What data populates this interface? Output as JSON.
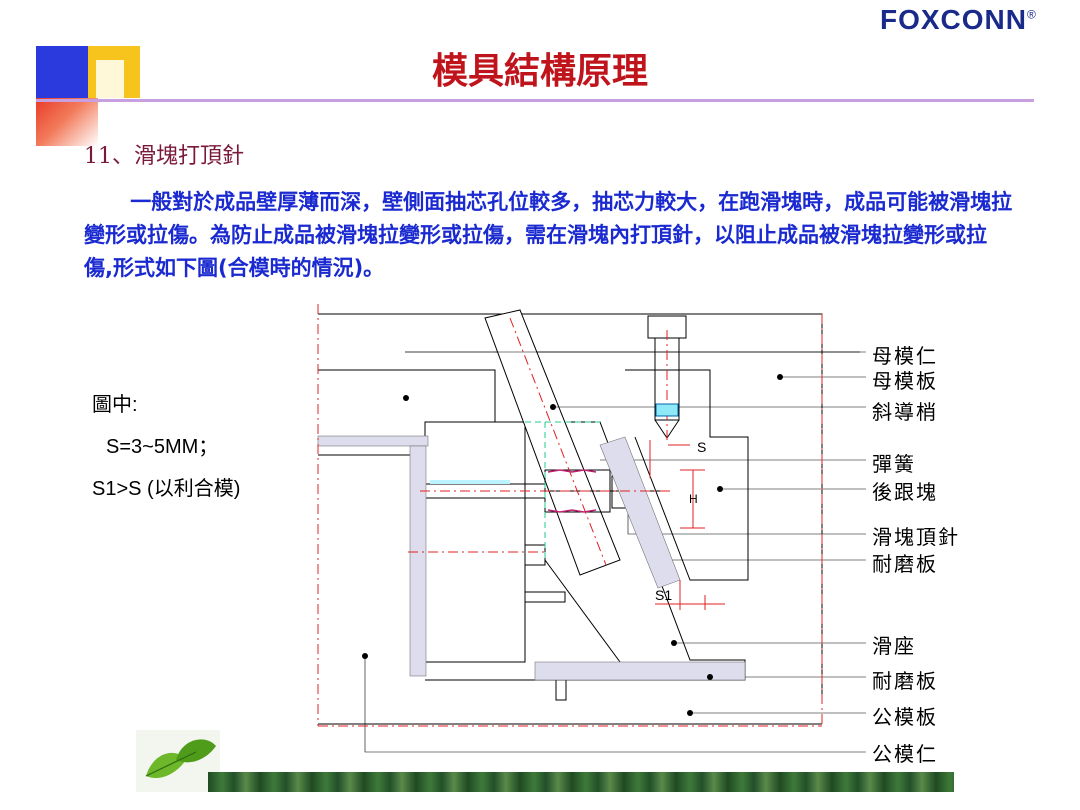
{
  "header": {
    "logo_text": "FOXCONN",
    "logo_mark": "®",
    "title": "模具結構原理"
  },
  "section": {
    "heading": "11、滑塊打頂針",
    "paragraph": "一般對於成品壁厚薄而深，壁側面抽芯孔位較多，抽芯力較大，在跑滑塊時，成品可能被滑塊拉變形或拉傷。為防止成品被滑塊拉變形或拉傷，需在滑塊內打頂針，以阻止成品被滑塊拉變形或拉傷,形式如下圖(合模時的情況)。"
  },
  "notes": {
    "line1": "圖中:",
    "line2": "S=3~5MM；",
    "line3": "S1>S  (以利合模)"
  },
  "diagram": {
    "dim_s": "S",
    "dim_h": "H",
    "dim_s1": "S1",
    "labels": [
      "母模仁",
      "母模板",
      "斜導梢",
      "彈簧",
      "後跟塊",
      "滑塊頂針",
      "耐磨板",
      "滑座",
      "耐磨板",
      "公模板",
      "公模仁"
    ]
  },
  "colors": {
    "title": "#c0141c",
    "paragraph": "#1a2ad0",
    "heading": "#7a1a3a",
    "rule": "#c8a0e0",
    "logo": "#1a2a8a"
  }
}
